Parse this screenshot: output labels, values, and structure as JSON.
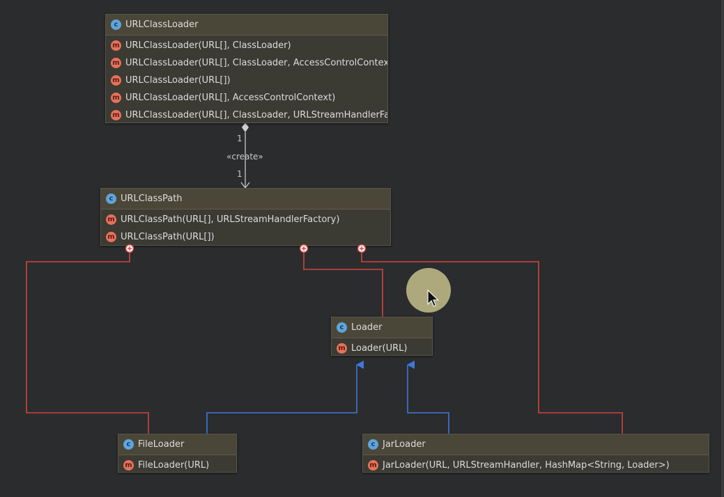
{
  "diagram": {
    "nodes": {
      "urlclassloader": {
        "title": "URLClassLoader",
        "methods": [
          "URLClassLoader(URL[], ClassLoader)",
          "URLClassLoader(URL[], ClassLoader, AccessControlContext)",
          "URLClassLoader(URL[])",
          "URLClassLoader(URL[], AccessControlContext)",
          "URLClassLoader(URL[], ClassLoader, URLStreamHandlerFactory)"
        ]
      },
      "urlclasspath": {
        "title": "URLClassPath",
        "methods": [
          "URLClassPath(URL[], URLStreamHandlerFactory)",
          "URLClassPath(URL[])"
        ]
      },
      "loader": {
        "title": "Loader",
        "methods": [
          "Loader(URL)"
        ]
      },
      "fileloader": {
        "title": "FileLoader",
        "methods": [
          "FileLoader(URL)"
        ]
      },
      "jarloader": {
        "title": "JarLoader",
        "methods": [
          "JarLoader(URL, URLStreamHandler, HashMap<String, Loader>)"
        ]
      }
    },
    "edges": {
      "create": {
        "from": "urlclassloader",
        "to": "urlclasspath",
        "type": "composition",
        "stereotype": "«create»",
        "source_multiplicity": "1",
        "target_multiplicity": "1"
      },
      "inner_class_links": [
        {
          "outer": "urlclasspath",
          "inner": "fileloader",
          "type": "inner-class"
        },
        {
          "outer": "urlclasspath",
          "inner": "loader",
          "type": "inner-class"
        },
        {
          "outer": "urlclasspath",
          "inner": "jarloader",
          "type": "inner-class"
        }
      ],
      "inheritance": [
        {
          "child": "fileloader",
          "parent": "loader",
          "type": "generalization"
        },
        {
          "child": "jarloader",
          "parent": "loader",
          "type": "generalization"
        }
      ]
    },
    "colors": {
      "background": "#2b2c2e",
      "inner_class_line": "#d0453f",
      "inheritance_line": "#3f78d8",
      "dependency_line": "#c8c8c8",
      "class_badge": "#5fa4de",
      "method_badge": "#e6725d"
    },
    "icons": {
      "class": "class-c-icon",
      "method": "method-m-icon",
      "inner_class_marker": "circle-plus-icon"
    },
    "badge_letters": {
      "class": "c",
      "method": "m"
    }
  }
}
